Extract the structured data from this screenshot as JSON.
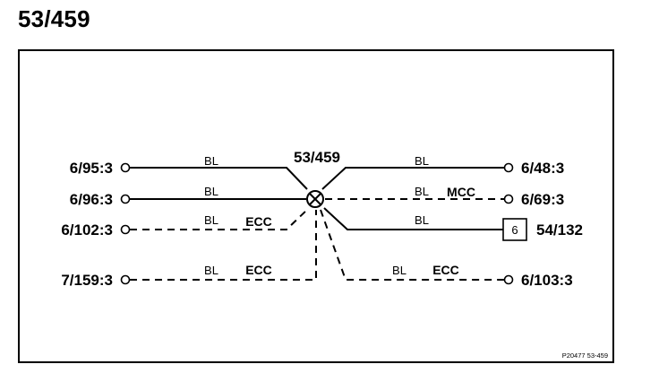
{
  "title": "53/459",
  "splice": {
    "label": "53/459"
  },
  "left_terminals": [
    "6/95:3",
    "6/96:3",
    "6/102:3",
    "7/159:3"
  ],
  "right_terminals": [
    "6/48:3",
    "6/69:3",
    "54/132",
    "6/103:3"
  ],
  "connector": {
    "number": "6"
  },
  "wires": [
    {
      "color": "BL",
      "option": ""
    },
    {
      "color": "BL",
      "option": ""
    },
    {
      "color": "BL",
      "option": "ECC"
    },
    {
      "color": "BL",
      "option": "ECC"
    },
    {
      "color": "BL",
      "option": ""
    },
    {
      "color": "BL",
      "option": "MCC"
    },
    {
      "color": "BL",
      "option": ""
    },
    {
      "color": "BL",
      "option": "ECC"
    }
  ],
  "reference": "P20477  53-459"
}
